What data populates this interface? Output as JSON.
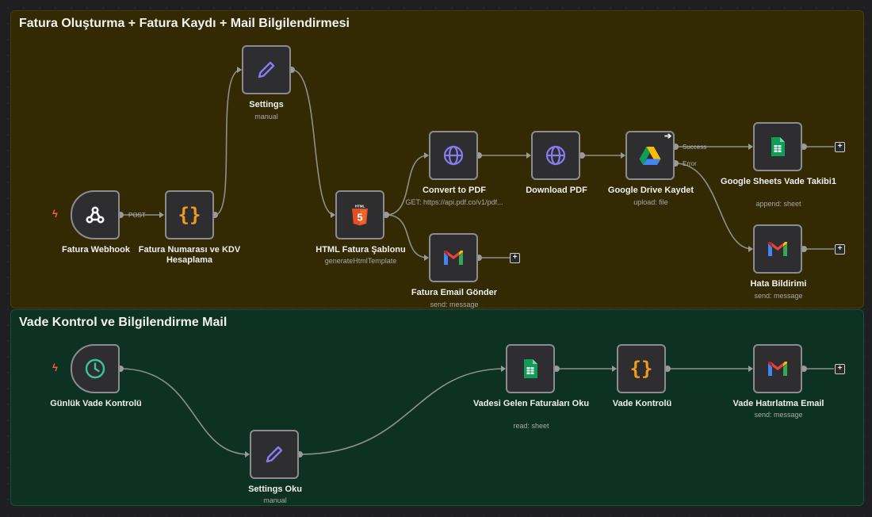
{
  "sticky_notes": [
    {
      "title": "Fatura Oluşturma + Fatura Kaydı + Mail Bilgilendirmesi"
    },
    {
      "title": "Vade Kontrol ve Bilgilendirme Mail"
    }
  ],
  "nodes": {
    "fatura_webhook": {
      "label": "Fatura Webhook",
      "icon": "webhook-icon"
    },
    "fatura_hesaplama": {
      "label": "Fatura Numarası ve KDV Hesaplama",
      "icon": "code-braces-icon"
    },
    "settings": {
      "label": "Settings",
      "sublabel": "manual",
      "icon": "pencil-icon"
    },
    "html_sablon": {
      "label": "HTML Fatura Şablonu",
      "sublabel": "generateHtmlTemplate",
      "icon": "html5-icon"
    },
    "convert_pdf": {
      "label": "Convert to PDF",
      "sublabel": "GET: https://api.pdf.co/v1/pdf...",
      "icon": "globe-icon"
    },
    "download_pdf": {
      "label": "Download PDF",
      "icon": "globe-icon"
    },
    "drive_kaydet": {
      "label": "Google Drive Kaydet",
      "sublabel": "upload: file",
      "icon": "google-drive-icon"
    },
    "sheets_vade": {
      "label": "Google Sheets Vade Takibi1",
      "sublabel": "append: sheet",
      "icon": "google-sheets-icon"
    },
    "hata_bildirimi": {
      "label": "Hata Bildirimi",
      "sublabel": "send: message",
      "icon": "gmail-icon"
    },
    "fatura_email": {
      "label": "Fatura Email Gönder",
      "sublabel": "send: message",
      "icon": "gmail-icon"
    },
    "gunluk_vade": {
      "label": "Günlük Vade Kontrolü",
      "icon": "clock-icon"
    },
    "settings_oku": {
      "label": "Settings Oku",
      "sublabel": "manual",
      "icon": "pencil-icon"
    },
    "vadesi_gelen": {
      "label": "Vadesi Gelen Faturaları Oku",
      "sublabel": "read: sheet",
      "icon": "google-sheets-icon"
    },
    "vade_kontrolu": {
      "label": "Vade Kontrolü",
      "icon": "code-braces-icon"
    },
    "vade_email": {
      "label": "Vade Hatırlatma Email",
      "sublabel": "send: message",
      "icon": "gmail-icon"
    }
  },
  "wire_labels": {
    "post": "POST",
    "success": "Success",
    "error": "Error"
  },
  "colors": {
    "sticky_1_bg": "#332a04",
    "sticky_2_bg": "#0d3224",
    "trigger_bolt": "#ff5a3c",
    "code_icon": "#f29b1d",
    "pencil_icon": "#8a7bf0",
    "globe_icon": "#8a7bf0",
    "clock_icon": "#35c99a"
  }
}
